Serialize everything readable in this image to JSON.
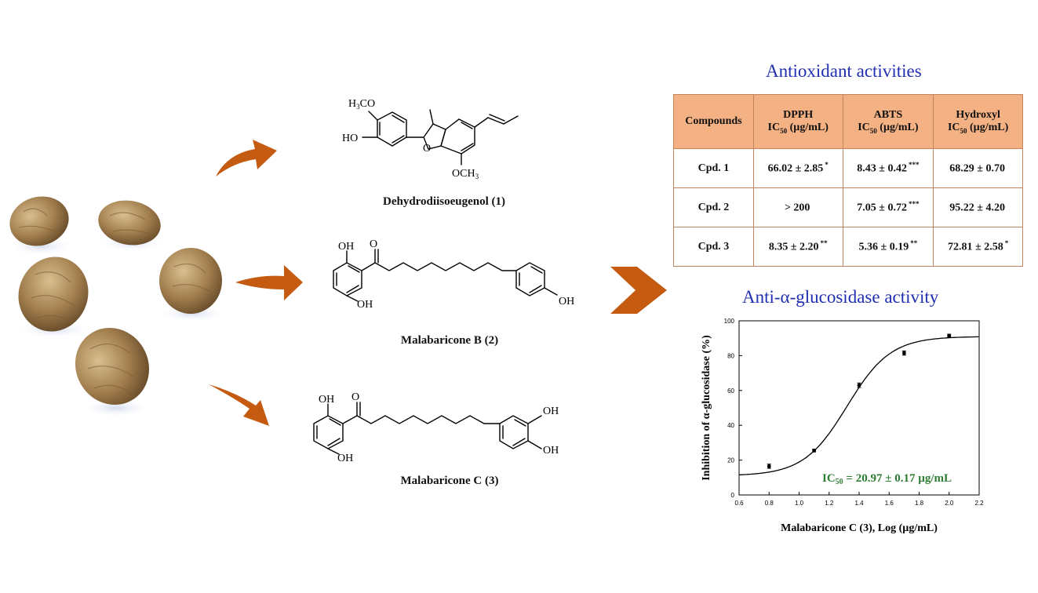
{
  "compounds": [
    {
      "name": "Dehydrodiisoeugenol (1)"
    },
    {
      "name": "Malabaricone B (2)"
    },
    {
      "name": "Malabaricone C (3)"
    }
  ],
  "structure_labels": {
    "c1": {
      "h3co": "H",
      "h3co_sub": "3",
      "h3co_rest": "CO",
      "ho": "HO",
      "o": "O",
      "och3": "OCH",
      "och3_sub": "3"
    },
    "c2": {
      "oh_top": "OH",
      "o": "O",
      "oh_bottom": "OH",
      "oh_right": "OH"
    },
    "c3": {
      "oh_top": "OH",
      "o": "O",
      "oh_bottom": "OH",
      "oh_r1": "OH",
      "oh_r2": "OH"
    }
  },
  "antioxidant": {
    "title": "Antioxidant activities",
    "headers": {
      "compounds": "Compounds",
      "dpph": "DPPH",
      "abts": "ABTS",
      "hydroxyl": "Hydroxyl",
      "ic_prefix": "IC",
      "ic_sub": "50",
      "ic_unit": " (µg/mL)"
    },
    "rows": [
      {
        "label": "Cpd.  1",
        "dpph": "66.02 ± 2.85",
        "dpph_sig": "*",
        "abts": "8.43 ± 0.42",
        "abts_sig": "***",
        "hydroxyl": "68.29 ± 0.70",
        "hydroxyl_sig": ""
      },
      {
        "label": "Cpd.  2",
        "dpph": "> 200",
        "dpph_sig": "",
        "abts": "7.05 ± 0.72",
        "abts_sig": "***",
        "hydroxyl": "95.22 ± 4.20",
        "hydroxyl_sig": ""
      },
      {
        "label": "Cpd.  3",
        "dpph": "8.35 ± 2.20",
        "dpph_sig": "**",
        "abts": "5.36 ± 0.19",
        "abts_sig": "**",
        "hydroxyl": "72.81 ± 2.58",
        "hydroxyl_sig": "*"
      }
    ]
  },
  "glucosidase": {
    "title": "Anti-α-glucosidase activity",
    "ic50_prefix": "IC",
    "ic50_sub": "50",
    "ic50_value": " = 20.97 ± 0.17 µg/mL"
  },
  "colors": {
    "arrow": "#c55a11",
    "title_blue": "#1f2fb0",
    "header_fill": "#f4b183",
    "ic50_green": "#2e7d32"
  },
  "chart_data": {
    "type": "scatter",
    "xlabel": "Malabaricone  C (3), Log (µg/mL)",
    "ylabel": "Inhibition  of  α-glucosidase (%)",
    "xlim": [
      0.6,
      2.2
    ],
    "ylim": [
      0,
      100
    ],
    "xticks": [
      "0.6",
      "0.8",
      "1.0",
      "1.2",
      "1.4",
      "1.6",
      "1.8",
      "2.0",
      "2.2"
    ],
    "yticks": [
      "0",
      "20",
      "40",
      "60",
      "80",
      "100"
    ],
    "points": [
      {
        "x": 0.8,
        "y": 16.5,
        "err": 1.2
      },
      {
        "x": 1.1,
        "y": 25.5,
        "err": 0.8
      },
      {
        "x": 1.4,
        "y": 63.0,
        "err": 1.3
      },
      {
        "x": 1.7,
        "y": 81.5,
        "err": 1.2
      },
      {
        "x": 2.0,
        "y": 91.5,
        "err": 0.8
      }
    ],
    "fit": {
      "bottom": 11,
      "top": 91,
      "logIC50": 1.32,
      "hill": 6.0
    }
  }
}
